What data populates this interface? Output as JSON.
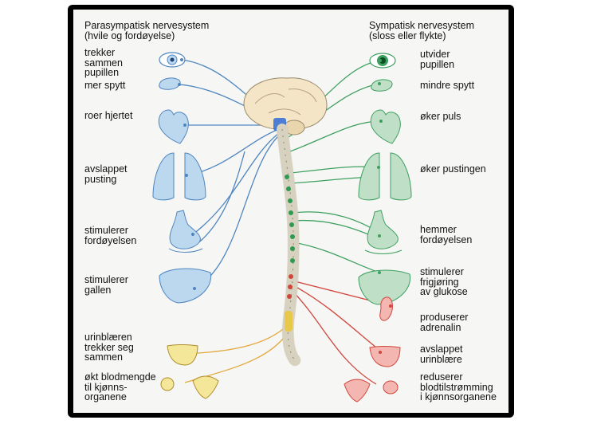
{
  "colors": {
    "parasympathetic": "#4f86c0",
    "sympathetic_upper": "#3ea060",
    "sympathetic_lower": "#d0453c",
    "sacral": "#e3a83c",
    "organ_blue": "#bcd8ef",
    "organ_green": "#bfe0c6",
    "organ_red": "#f3b6b0",
    "organ_yellow": "#f4e79a",
    "frame": "#000000",
    "panel": "#f6f6f4"
  },
  "parasympathetic": {
    "title": "Parasympatisk nervesystem",
    "subtitle": "(hvile og fordøyelse)",
    "items": [
      {
        "label": "trekker\nsammen\npupillen",
        "icon": "eye-icon"
      },
      {
        "label": "mer spytt",
        "icon": "salivary-gland-icon"
      },
      {
        "label": "roer hjertet",
        "icon": "heart-icon"
      },
      {
        "label": "avslappet\npusting",
        "icon": "lungs-icon"
      },
      {
        "label": "stimulerer\nfordøyelsen",
        "icon": "stomach-icon"
      },
      {
        "label": "stimulerer\ngallen",
        "icon": "liver-icon"
      },
      {
        "label": "urinblæren\ntrekker seg\nsammen",
        "icon": "bladder-icon"
      },
      {
        "label": "økt blodmengde\ntil kjønns-\norganene",
        "icon": "reproductive-organs-icon"
      }
    ]
  },
  "sympathetic": {
    "title": "Sympatisk nervesystem",
    "subtitle": "(sloss eller flykte)",
    "items": [
      {
        "label": "utvider\npupillen",
        "icon": "eye-icon"
      },
      {
        "label": "mindre spytt",
        "icon": "salivary-gland-icon"
      },
      {
        "label": "øker puls",
        "icon": "heart-icon"
      },
      {
        "label": "øker pustingen",
        "icon": "lungs-icon"
      },
      {
        "label": "hemmer\nfordøyelsen",
        "icon": "stomach-icon"
      },
      {
        "label": "stimulerer\nfrigjøring\nav glukose",
        "icon": "liver-icon"
      },
      {
        "label": "produserer\nadrenalin",
        "icon": "adrenal-gland-icon"
      },
      {
        "label": "avslappet\nurinblære",
        "icon": "bladder-icon"
      },
      {
        "label": "reduserer\nblodtilstrømming\ni kjønnsorganene",
        "icon": "reproductive-organs-icon"
      }
    ]
  }
}
